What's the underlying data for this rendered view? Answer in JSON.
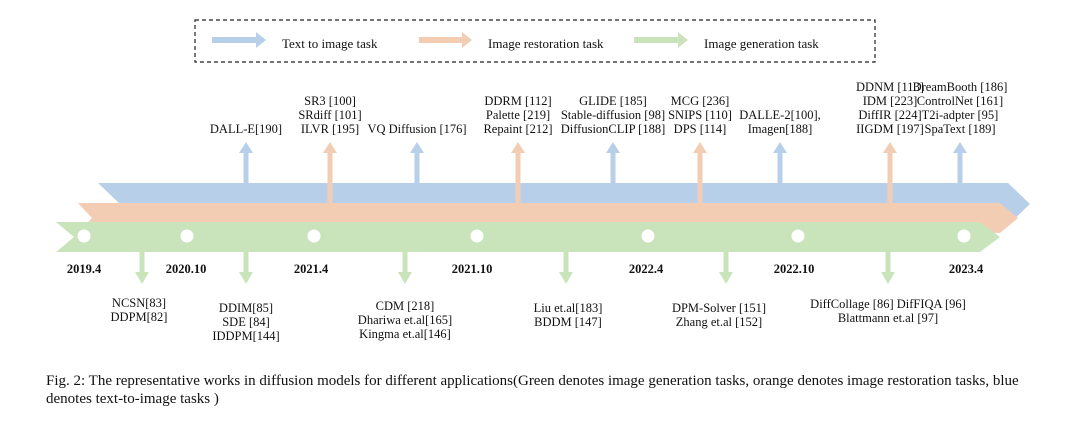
{
  "colors": {
    "text_to_image": "#b7cfe8",
    "restoration": "#f2cdb4",
    "generation": "#c9e3bb",
    "marker": "#ffffff"
  },
  "legend": [
    {
      "key": "text_to_image",
      "label": "Text to image task"
    },
    {
      "key": "restoration",
      "label": "Image restoration task"
    },
    {
      "key": "generation",
      "label": "Image generation task"
    }
  ],
  "years": [
    "2019.4",
    "2020.10",
    "2021.4",
    "2021.10",
    "2022.4",
    "2022.10",
    "2023.4"
  ],
  "above": [
    {
      "key": "text_to_image",
      "lines": [
        "DALL-E[190]"
      ]
    },
    {
      "key": "restoration",
      "lines": [
        "SR3 [100]",
        "SRdiff [101]",
        "ILVR [195]"
      ]
    },
    {
      "key": "text_to_image",
      "lines": [
        "VQ Diffusion [176]"
      ]
    },
    {
      "key": "restoration",
      "lines": [
        "DDRM [112]",
        "Palette [219]",
        "Repaint [212]"
      ]
    },
    {
      "key": "text_to_image",
      "lines": [
        "GLIDE [185]",
        "Stable-diffusion [98]",
        "DiffusionCLIP [188]"
      ]
    },
    {
      "key": "restoration",
      "lines": [
        "MCG [236]",
        "SNIPS [110]",
        "DPS [114]"
      ]
    },
    {
      "key": "text_to_image",
      "lines": [
        "DALLE-2[100],",
        "Imagen[188]"
      ]
    },
    {
      "key": "restoration",
      "lines": [
        "DDNM [113]",
        "IDM [223]",
        "DiffIR [224]",
        "IIGDM [197]"
      ]
    },
    {
      "key": "text_to_image",
      "lines": [
        "DreamBooth [186]",
        "ControlNet [161]",
        "T2i-adpter [95]",
        "SpaText [189]"
      ]
    }
  ],
  "below": [
    {
      "key": "generation",
      "lines": [
        "NCSN[83]",
        "DDPM[82]"
      ]
    },
    {
      "key": "generation",
      "lines": [
        "DDIM[85]",
        "SDE [84]",
        "IDDPM[144]"
      ]
    },
    {
      "key": "generation",
      "lines": [
        "CDM [218]",
        "Dhariwa et.al[165]",
        "Kingma et.al[146]"
      ]
    },
    {
      "key": "generation",
      "lines": [
        "Liu et.al[183]",
        "BDDM [147]"
      ]
    },
    {
      "key": "generation",
      "lines": [
        "DPM-Solver [151]",
        "Zhang et.al [152]"
      ]
    },
    {
      "key": "generation",
      "lines": [
        "DiffCollage [86] DifFIQA [96]",
        "Blattmann et.al [97]"
      ]
    }
  ],
  "caption": "Fig. 2: The representative works in diffusion models for different applications(Green denotes image generation tasks, orange denotes image restoration tasks, blue denotes text-to-image tasks )"
}
